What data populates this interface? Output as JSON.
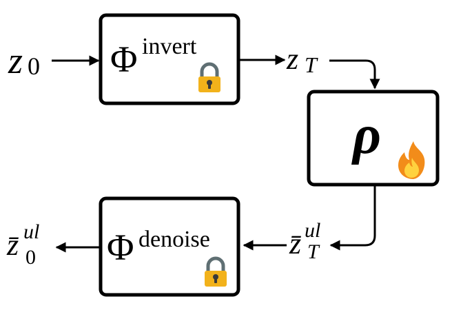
{
  "nodes": {
    "input_latent": {
      "base": "z",
      "sub": "0"
    },
    "invert_block": {
      "symbol": "Φ",
      "sup": "invert",
      "badge": "lock-icon"
    },
    "noise_latent": {
      "base": "z",
      "sub": "T"
    },
    "rho_block": {
      "symbol": "ρ",
      "badge": "fire-icon"
    },
    "noise_latent_ul": {
      "base": "z̄",
      "sup": "ul",
      "sub": "T"
    },
    "denoise_block": {
      "symbol": "Φ",
      "sup": "denoise",
      "badge": "lock-icon"
    },
    "output_latent": {
      "base": "z̄",
      "sup": "ul",
      "sub": "0"
    }
  },
  "colors": {
    "lock_body": "#F2B21B",
    "lock_shackle": "#5F6F73",
    "lock_keyhole": "#3A3A3A",
    "fire_outer": "#F28C1A",
    "fire_inner": "#FFD23F"
  }
}
